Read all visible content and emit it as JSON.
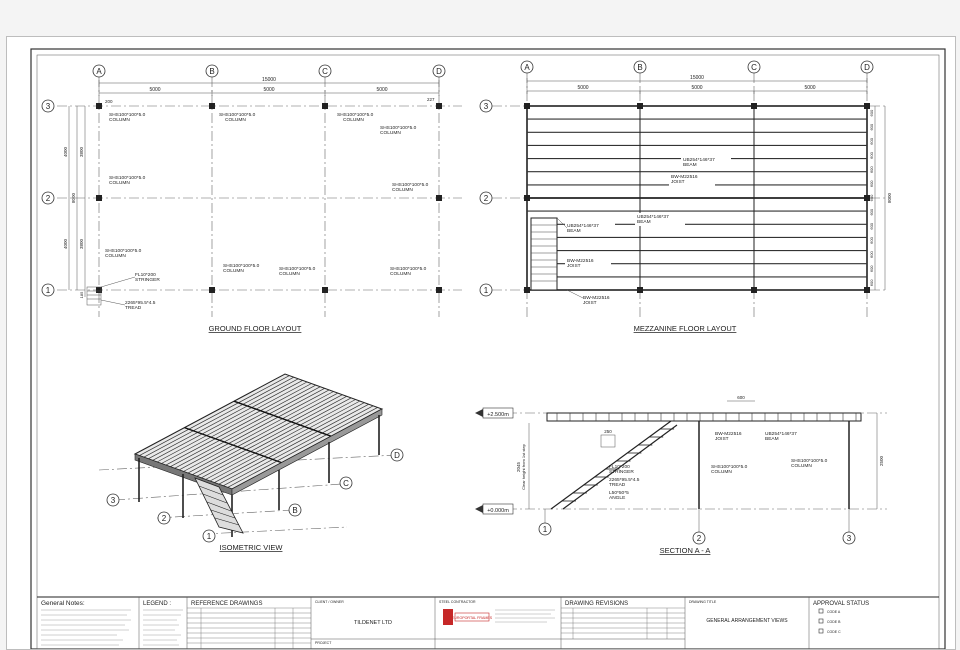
{
  "grid": {
    "columns": [
      "A",
      "B",
      "C",
      "D"
    ],
    "rows": [
      "1",
      "2",
      "3"
    ]
  },
  "ground": {
    "title": "GROUND FLOOR LAYOUT",
    "overall": "15000",
    "bays": [
      "5000",
      "5000",
      "5000"
    ],
    "edge_dims": [
      "200",
      "227"
    ],
    "row_dims": [
      "4000",
      "3800",
      "8000",
      "4000",
      "3800",
      "185"
    ],
    "col_labels": {
      "c1": [
        "SHS100*100*5.0",
        "COLUMN"
      ],
      "c2": [
        "SHS100*100*5.0",
        "COLUMN"
      ],
      "c3": [
        "SHS100*100*5.0",
        "COLUMN"
      ],
      "c4": [
        "SHS100*100*5.0",
        "COLUMN"
      ],
      "c5": [
        "SHS100*100*5.0",
        "COLUMN"
      ],
      "c6": [
        "SHS100*100*5.0",
        "COLUMN"
      ],
      "c7": [
        "SHS100*100*5.0",
        "COLUMN"
      ],
      "c8": [
        "SHS100*100*5.0",
        "COLUMN"
      ],
      "c9": [
        "SHS100*100*5.0",
        "COLUMN"
      ],
      "c10": [
        "SHS100*100*5.0",
        "COLUMN"
      ]
    },
    "stringer": [
      "FL10*200",
      "STRINGER"
    ],
    "tread": [
      "2265*95.5*4.5",
      "TREAD"
    ]
  },
  "mezz": {
    "title": "MEZZANINE FLOOR LAYOUT",
    "overall": "15000",
    "bays": [
      "5000",
      "5000",
      "5000"
    ],
    "side_dim": "8000",
    "joist_dims": [
      "600",
      "600",
      "600",
      "600",
      "600",
      "600",
      "600",
      "600",
      "600",
      "600",
      "600",
      "600",
      "600"
    ],
    "beam1": [
      "UB254*146*37",
      "BEAM"
    ],
    "joist1": [
      "BW-M22516",
      "JOIST"
    ],
    "beam2": [
      "UB254*146*37",
      "BEAM"
    ],
    "beam3": [
      "UB254*146*37",
      "BEAM"
    ],
    "joist2": [
      "BW-M22516",
      "JOIST"
    ],
    "joist3": [
      "BW-M22516",
      "JOIST"
    ]
  },
  "iso": {
    "title": "ISOMETRIC VIEW"
  },
  "section": {
    "title": "SECTION  A - A",
    "level_top": "+2.500m",
    "level_bottom": "+0.000m",
    "joist_spacing": "600",
    "riser": "250",
    "clear_height": "Clear height from 1st step",
    "clear_dim": "2045",
    "height_dim": "2500",
    "joist": [
      "BW-M22516",
      "JOIST"
    ],
    "beam": [
      "UB254*146*37",
      "BEAM"
    ],
    "column_a": [
      "SHS100*100*5.0",
      "COLUMN"
    ],
    "column_b": [
      "SHS100*100*5.0",
      "COLUMN"
    ],
    "stringer": [
      "FL10*200",
      "STRINGER"
    ],
    "tread": [
      "2265*95.5*4.5",
      "TREAD"
    ],
    "angle": [
      "L50*50*5",
      "ANGLE"
    ]
  },
  "titleblock": {
    "general_notes": "General Notes:",
    "legend": "LEGEND :",
    "reference": "REFERENCE DRAWINGS",
    "client_label": "CLIENT / OWNER",
    "client": "TILDENET LTD",
    "contractor_label": "STEEL CONTRACTOR",
    "logo_text": "EUROPORTAL FRAMES",
    "project_label": "PROJECT",
    "revisions": "DRAWING REVISIONS",
    "drawing_title_label": "DRAWING TITLE",
    "drawing_title": "GENERAL ARRANGEMENT VIEWS",
    "approval": "APPROVAL STATUS",
    "approval_items": [
      "CODE A",
      "CODE B",
      "CODE C"
    ]
  },
  "colors": {
    "line": "#333333",
    "logo_red": "#c62828"
  }
}
